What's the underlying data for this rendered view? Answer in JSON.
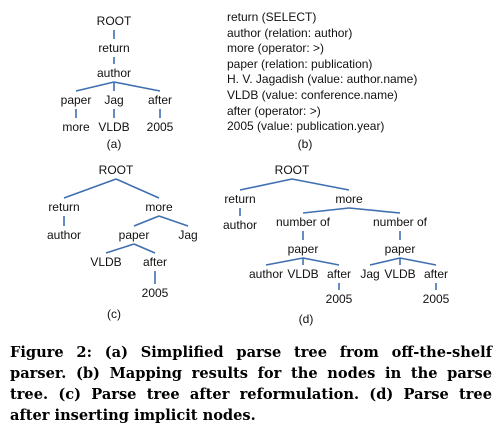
{
  "tree_a": {
    "nodes": [
      "ROOT",
      "return",
      "author",
      "paper",
      "Jag",
      "after",
      "more",
      "VLDB",
      "2005"
    ],
    "label": "(a)"
  },
  "mapping_b": {
    "lines": [
      "return (SELECT)",
      "author (relation: author)",
      "more (operator: >)",
      "paper (relation: publication)",
      "H. V. Jagadish (value: author.name)",
      "VLDB (value: conference.name)",
      "after (operator: >)",
      "2005 (value: publication.year)"
    ],
    "label": "(b)"
  },
  "tree_c": {
    "nodes": [
      "ROOT",
      "return",
      "more",
      "author",
      "paper",
      "Jag",
      "VLDB",
      "after",
      "2005"
    ],
    "label": "(c)"
  },
  "tree_d": {
    "nodes": [
      "ROOT",
      "return",
      "more",
      "author",
      "number of",
      "number of",
      "paper",
      "paper",
      "author",
      "VLDB",
      "after",
      "Jag",
      "VLDB",
      "after",
      "2005",
      "2005"
    ],
    "label": "(d)"
  },
  "caption": "Figure 2:  (a) Simplified parse tree from off-the-shelf parser. (b) Mapping results for the nodes in the parse tree. (c) Parse tree after reformulation. (d) Parse tree after inserting implicit nodes.",
  "colors": {
    "edge": "#3f6fb0",
    "text": "#111111"
  }
}
